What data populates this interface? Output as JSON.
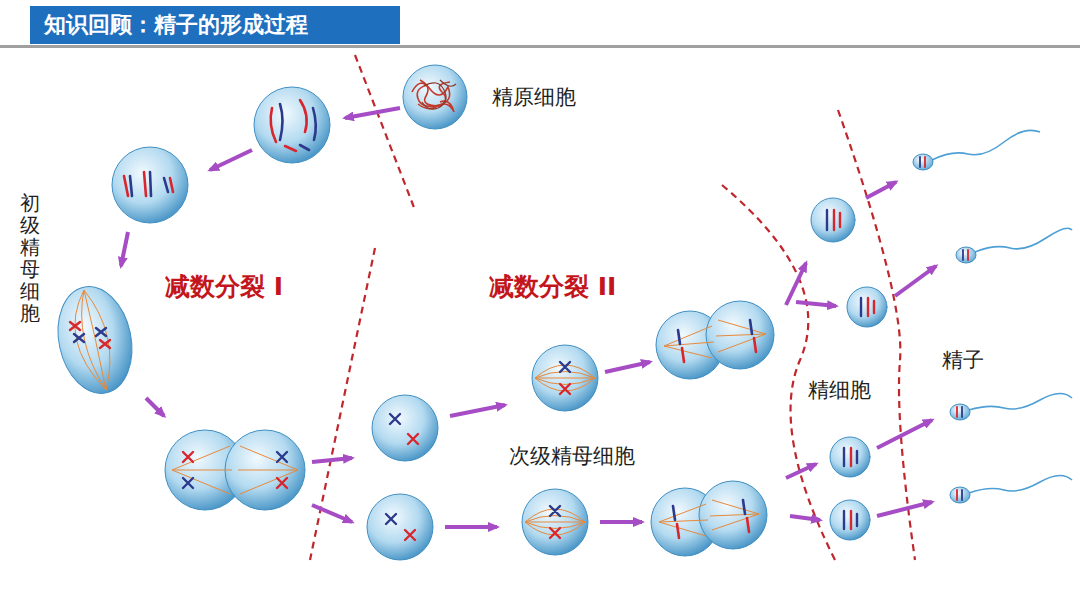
{
  "diagram": {
    "title": "知识回顾：精子的形成过程",
    "labels": [
      "精原细胞",
      "初级精母细胞",
      "减数分裂 I",
      "减数分裂 II",
      "次级精母细胞",
      "精细胞",
      "精子"
    ]
  }
}
